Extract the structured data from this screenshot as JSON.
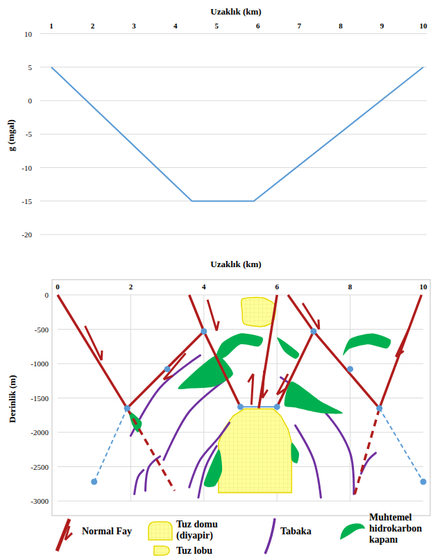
{
  "diagram": {
    "labels": [
      "Uzaklık (km)",
      "g (mgal)",
      "1",
      "2",
      "3",
      "4",
      "5",
      "6",
      "7",
      "8",
      "9",
      "10",
      "10",
      "5",
      "0",
      "-5",
      "-10",
      "-15",
      "-20",
      "Uzaklık (km)",
      "Derinlik (m)",
      "0",
      "2",
      "4",
      "6",
      "8",
      "10",
      "0",
      "-500",
      "-1000",
      "-1500",
      "-2000",
      "-2500",
      "-3000"
    ],
    "legend": [
      {
        "text": "Normal Fay"
      },
      {
        "text": "Tuz domu (diyapir)"
      },
      {
        "text": "Tabaka"
      },
      {
        "text": "Muhtemel hidrokarbon kapanı",
        "color": "#00b050"
      },
      {
        "text": "Tuz lobu"
      }
    ]
  }
}
